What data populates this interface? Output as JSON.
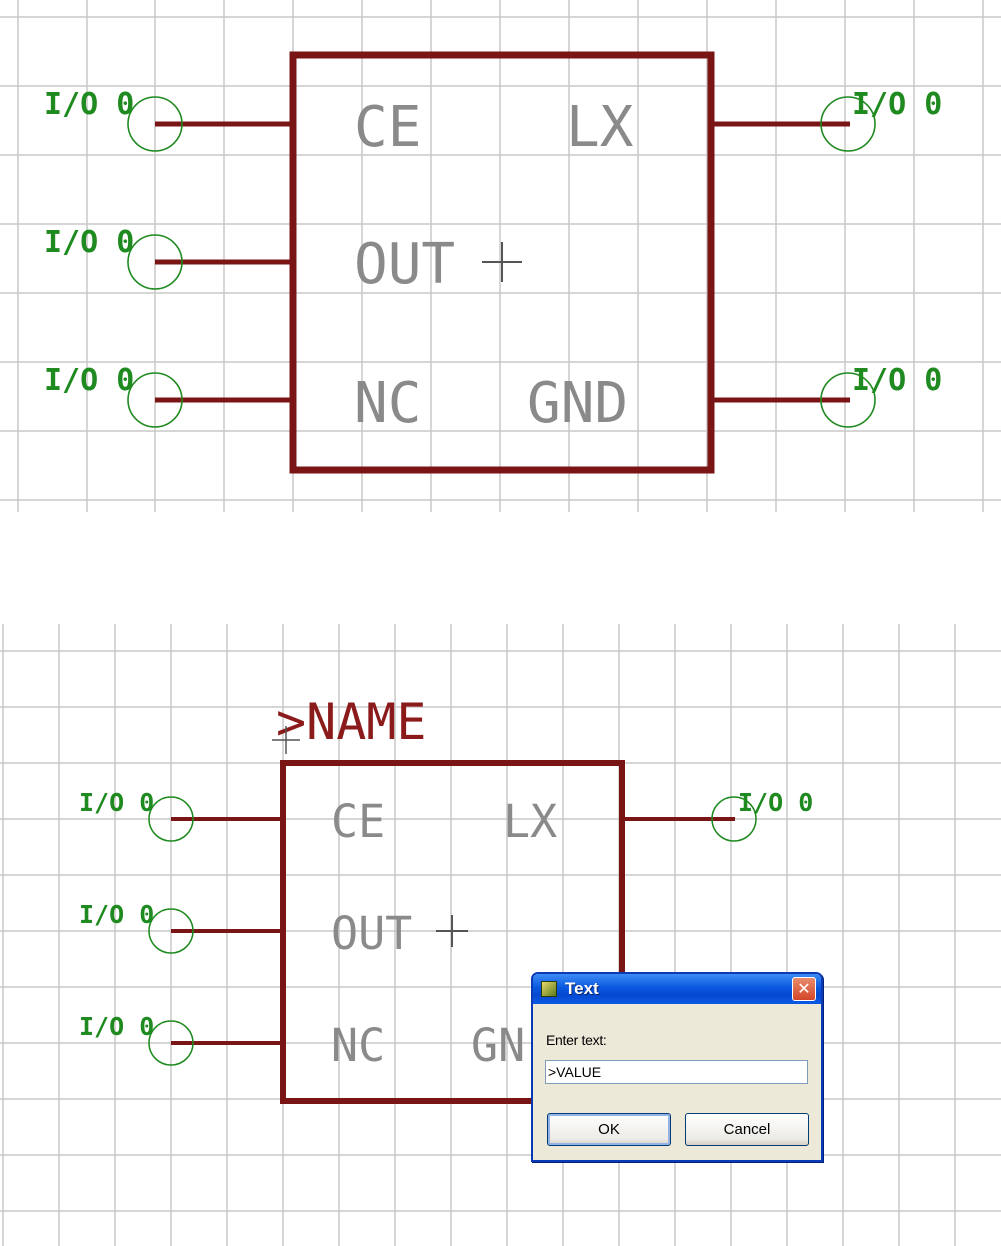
{
  "top_symbol": {
    "pins_left": [
      "CE",
      "OUT",
      "NC"
    ],
    "pins_right": [
      "LX",
      "GND"
    ],
    "pin_tag": "I/O 0"
  },
  "bottom_symbol": {
    "name_placeholder": ">NAME",
    "pins_left": [
      "CE",
      "OUT",
      "NC"
    ],
    "pins_right": [
      "LX",
      "GN"
    ],
    "pin_tag": "I/O 0"
  },
  "colors": {
    "grid": "#c8c8c8",
    "symbol_outline": "#7a1515",
    "pin_label": "#1f8a1f",
    "signal_text": "#8a8a8a"
  },
  "dialog": {
    "title": "Text",
    "prompt": "Enter text:",
    "input_value": ">VALUE",
    "ok_label": "OK",
    "cancel_label": "Cancel",
    "close_glyph": "✕"
  }
}
